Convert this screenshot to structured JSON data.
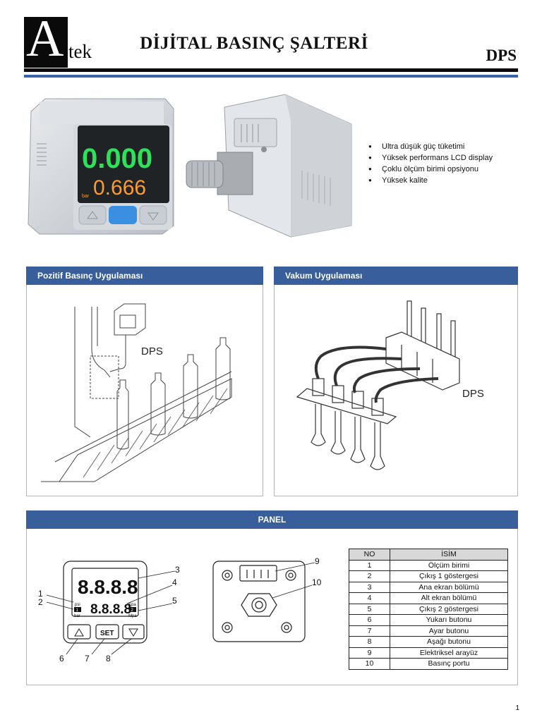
{
  "header": {
    "logo_initial": "A",
    "logo_rest": "tek",
    "title": "DİJİTAL BASINÇ ŞALTERİ",
    "code": "DPS"
  },
  "product": {
    "display_main": "0.000",
    "display_sub": "0.666",
    "display_unit": "bar",
    "features": [
      "Ultra düşük güç tüketimi",
      "Yüksek performans LCD display",
      "Çoklu ölçüm birimi opsiyonu",
      "Yüksek kalite"
    ]
  },
  "positive": {
    "title": "Pozitif Basınç Uygulaması",
    "label": "DPS"
  },
  "vacuum": {
    "title": "Vakum Uygulaması",
    "label": "DPS"
  },
  "panel": {
    "title": "PANEL",
    "digits_main": "8.8.8.8",
    "digits_sub": "8.8.8.8",
    "unit_psi": "psi",
    "unit_bar": "bar",
    "unit_kpa": "Kpa",
    "unit_mpa": "Mpa",
    "indicator_1": "1",
    "indicator_2": "2",
    "set_label": "SET",
    "callouts": [
      "1",
      "2",
      "3",
      "4",
      "5",
      "6",
      "7",
      "8",
      "9",
      "10"
    ],
    "table": {
      "headers": [
        "NO",
        "İSİM"
      ],
      "rows": [
        [
          "1",
          "Ölçüm birimi"
        ],
        [
          "2",
          "Çıkış 1 göstergesi"
        ],
        [
          "3",
          "Ana ekran bölümü"
        ],
        [
          "4",
          "Alt ekran bölümü"
        ],
        [
          "5",
          "Çıkış 2 göstergesi"
        ],
        [
          "6",
          "Yukarı butonu"
        ],
        [
          "7",
          "Ayar butonu"
        ],
        [
          "8",
          "Aşağı butonu"
        ],
        [
          "9",
          "Elektriksel arayüz"
        ],
        [
          "10",
          "Basınç portu"
        ]
      ]
    }
  },
  "page": {
    "number": "1"
  },
  "colors": {
    "header_blue": "#385e9c",
    "lcd_green": "#2fe05a",
    "lcd_orange": "#ff9a2e",
    "set_button_blue": "#3b8fe0"
  }
}
